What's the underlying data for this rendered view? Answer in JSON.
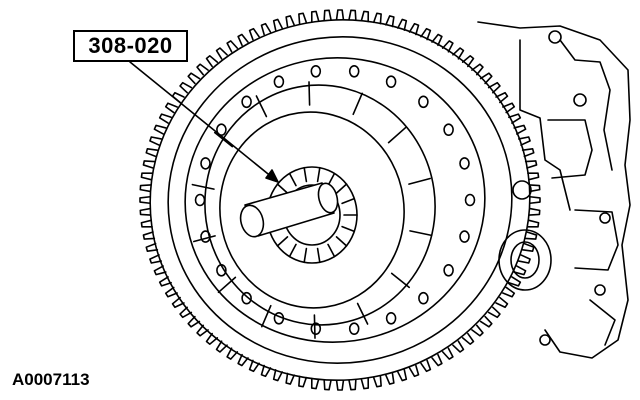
{
  "callout": {
    "label": "308-020"
  },
  "figure": {
    "id": "A0007113"
  },
  "colors": {
    "ink": "#000000",
    "paper": "#ffffff"
  },
  "icons": [
    "flywheel-drawing",
    "clutch-alignment-tool-drawing",
    "engine-block-drawing"
  ]
}
